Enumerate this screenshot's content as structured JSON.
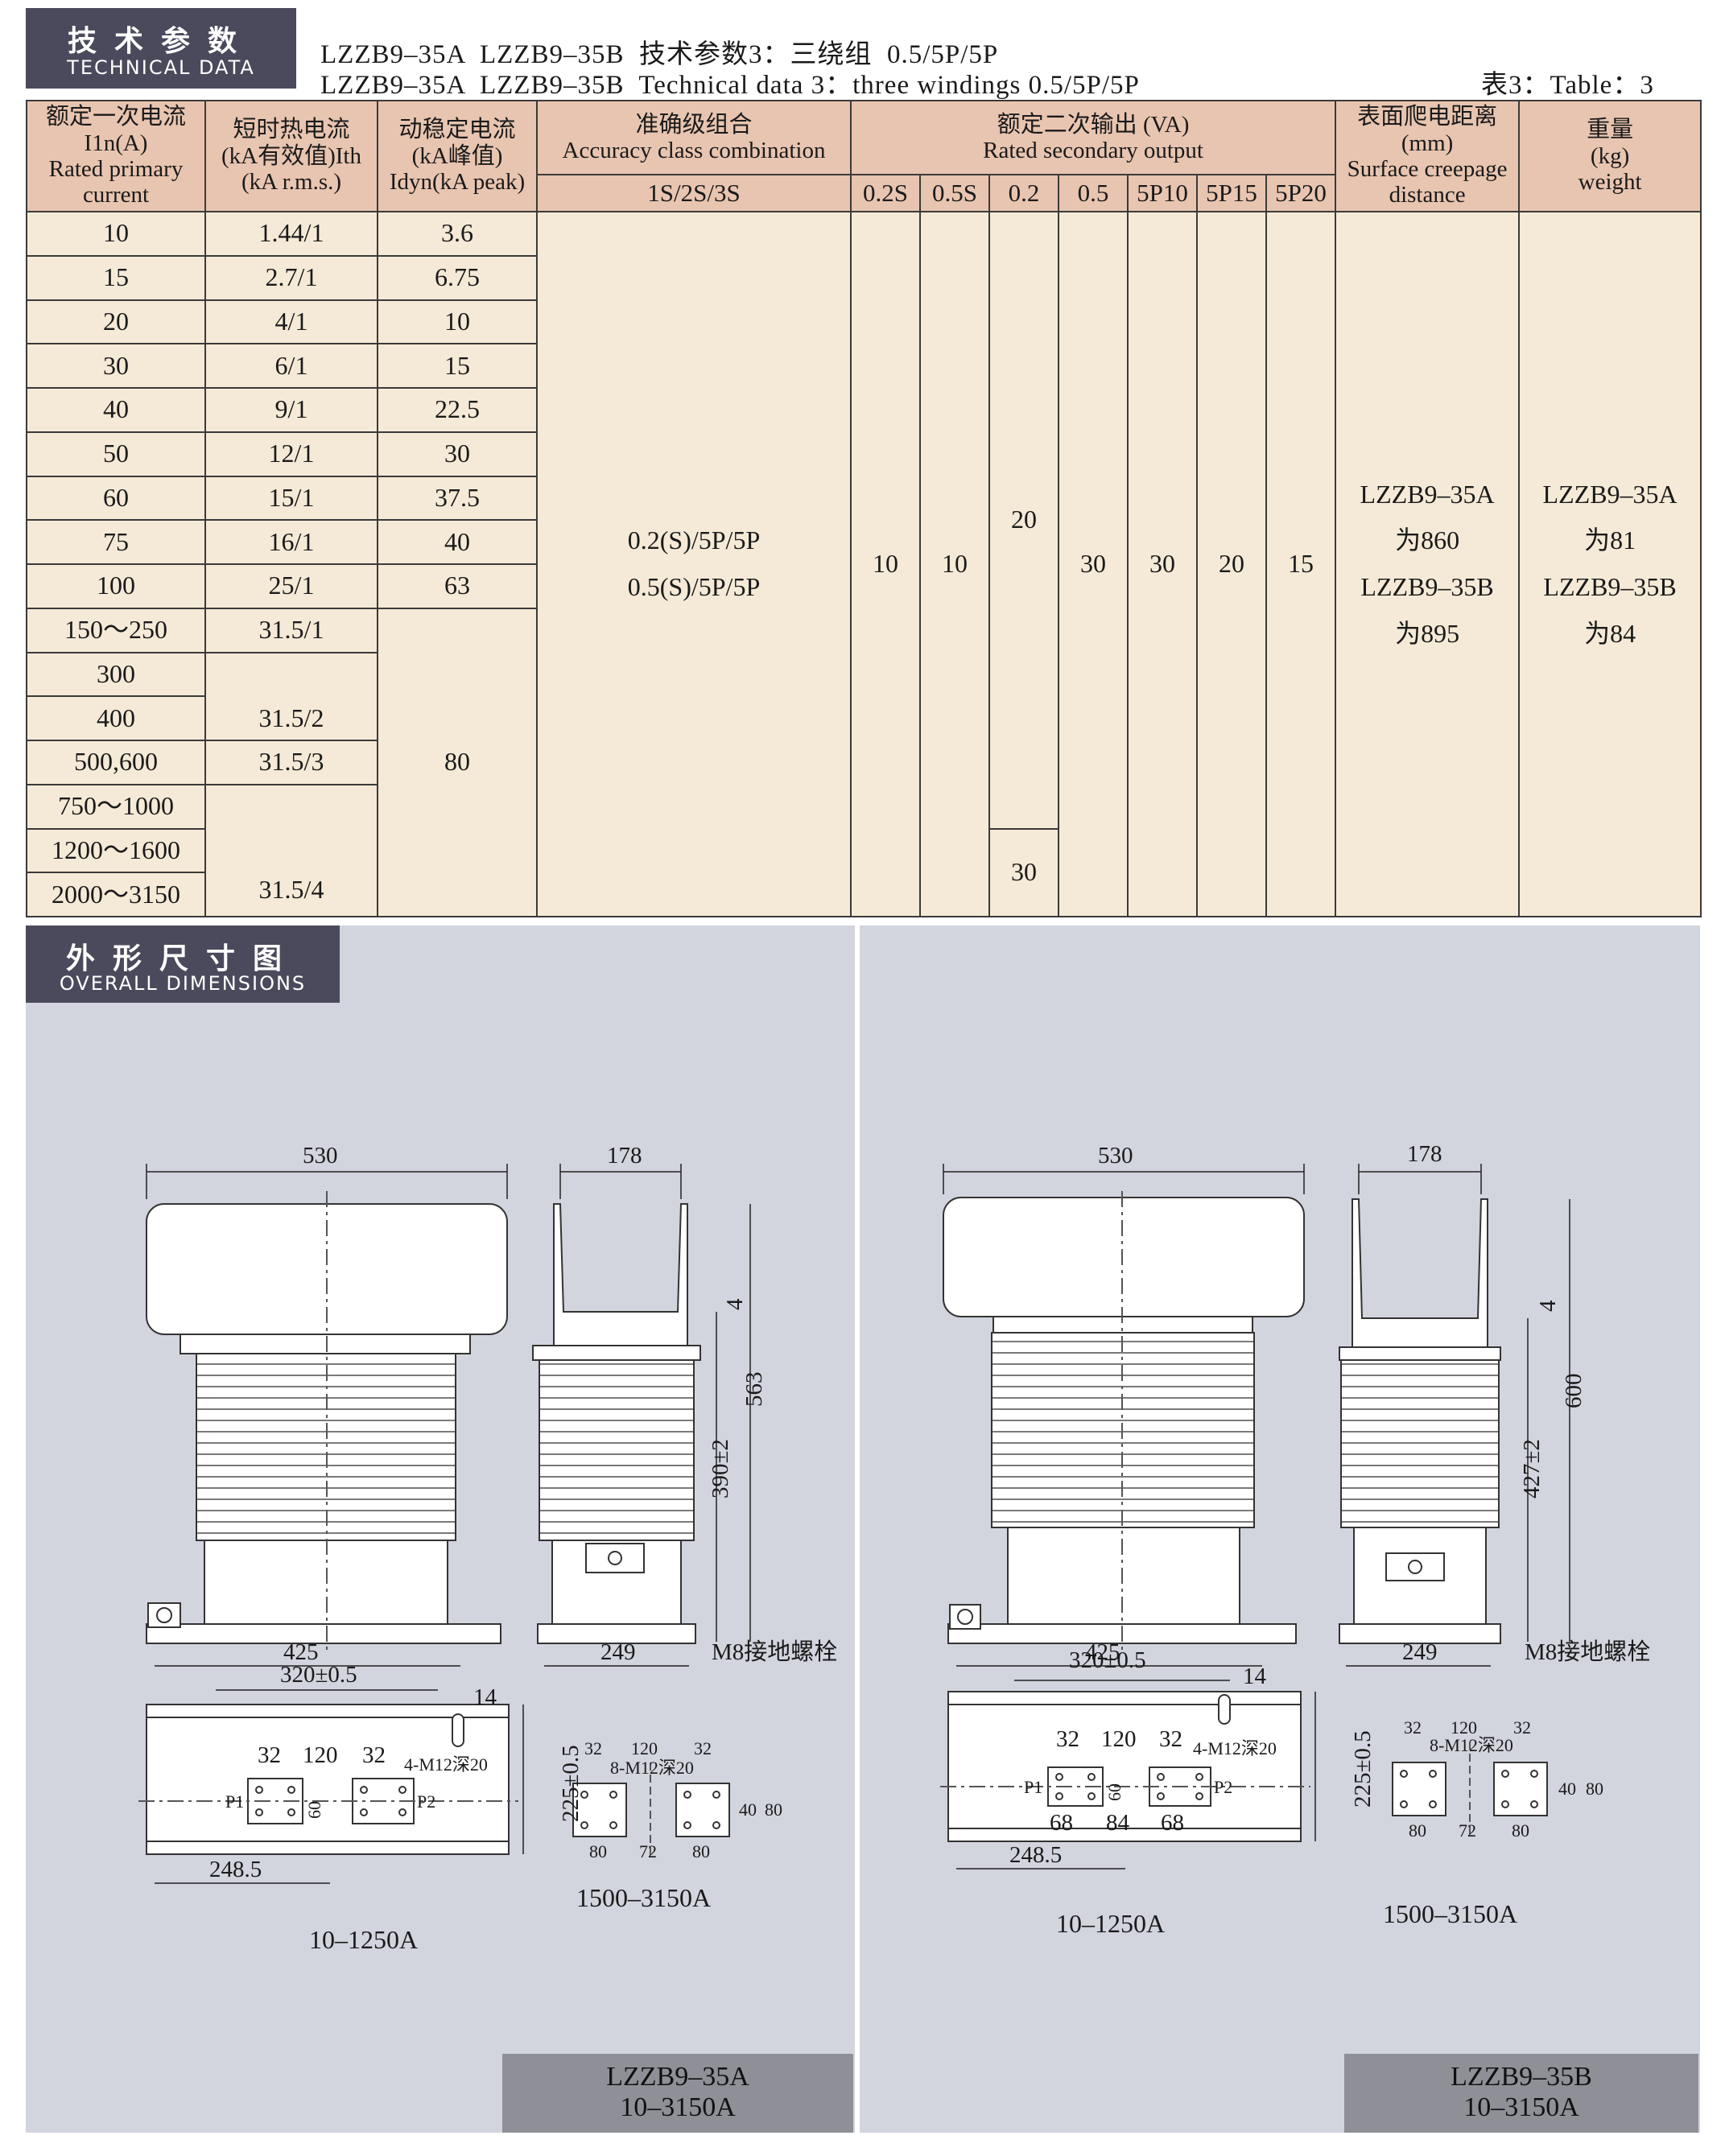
{
  "header": {
    "badge_cn": "技术参数",
    "badge_en": "TECHNICAL DATA",
    "line1": "LZZB9–35A  LZZB9–35B  技术参数3：三绕组  0.5/5P/5P",
    "line2": "LZZB9–35A  LZZB9–35B  Technical data 3：three windings 0.5/5P/5P",
    "table_no": "表3：Table：3"
  },
  "table": {
    "h_primary": "额定一次电流\nI1n(A)\nRated primary\ncurrent",
    "h_thermal": "短时热电流\n(kA有效值)Ith\n(kA r.m.s.)",
    "h_dynamic": "动稳定电流\n(kA峰值)\nIdyn(kA peak)",
    "h_accuracy": "准确级组合\nAccuracy class combination",
    "h_accuracy_sub": "1S/2S/3S",
    "h_output": "额定二次输出 (VA)\nRated secondary output",
    "output_classes": [
      "0.2S",
      "0.5S",
      "0.2",
      "0.5",
      "5P10",
      "5P15",
      "5P20"
    ],
    "h_creepage": "表面爬电距离\n(mm)\nSurface creepage\ndistance",
    "h_weight": "重量\n(kg)\nweight",
    "rows": [
      {
        "primary": "10",
        "thermal": "1.44/1",
        "dynamic": "3.6"
      },
      {
        "primary": "15",
        "thermal": "2.7/1",
        "dynamic": "6.75"
      },
      {
        "primary": "20",
        "thermal": "4/1",
        "dynamic": "10"
      },
      {
        "primary": "30",
        "thermal": "6/1",
        "dynamic": "15"
      },
      {
        "primary": "40",
        "thermal": "9/1",
        "dynamic": "22.5"
      },
      {
        "primary": "50",
        "thermal": "12/1",
        "dynamic": "30"
      },
      {
        "primary": "60",
        "thermal": "15/1",
        "dynamic": "37.5"
      },
      {
        "primary": "75",
        "thermal": "16/1",
        "dynamic": "40"
      },
      {
        "primary": "100",
        "thermal": "25/1",
        "dynamic": "63"
      },
      {
        "primary": "150～250",
        "thermal": "31.5/1"
      },
      {
        "primary": "300"
      },
      {
        "primary": "400"
      },
      {
        "primary": "500,600",
        "thermal": "31.5/3"
      },
      {
        "primary": "750～1000"
      },
      {
        "primary": "1200～1600"
      },
      {
        "primary": "2000～3150"
      }
    ],
    "thermal_300_400": "31.5/2",
    "thermal_750_3150": "31.5/4",
    "dynamic_150_3150": "80",
    "accuracy_combo": "0.2(S)/5P/5P\n0.5(S)/5P/5P",
    "outputs": [
      "10",
      "10",
      "20",
      "30",
      "30",
      "20",
      "15"
    ],
    "output_02_high": "30",
    "creepage": "LZZB9–35A\n为860\nLZZB9–35B\n为895",
    "weight": "LZZB9–35A\n为81\nLZZB9–35B\n为84"
  },
  "dims": {
    "badge_cn": "外形尺寸图",
    "badge_en": "OVERALL DIMENSIONS",
    "a": {
      "top_width": "530",
      "side_width": "178",
      "d4": "4",
      "d390": "390±2",
      "d563": "563",
      "base": "425",
      "side_base": "249",
      "ground": "M8接地螺栓",
      "d320": "320±0.5",
      "d14": "14",
      "d32a": "32",
      "d120": "120",
      "d32b": "32",
      "m12": "4-M12深20",
      "p1": "P1",
      "p2": "P2",
      "d60": "60",
      "d225": "225±0.5",
      "d248": "248.5",
      "cap_low": "10–1250A",
      "r32a": "32",
      "r120": "120",
      "r32b": "32",
      "m12b": "8-M12深20",
      "r40": "40",
      "r80v": "80",
      "r80a": "80",
      "r72": "72",
      "r80b": "80",
      "cap_high": "1500–3150A",
      "model": "LZZB9–35A",
      "range": "10–3150A"
    },
    "b": {
      "top_width": "530",
      "side_width": "178",
      "d4": "4",
      "d427": "427±2",
      "d600": "600",
      "base": "425",
      "side_base": "249",
      "ground": "M8接地螺栓",
      "d320": "320±0.5",
      "d14": "14",
      "d32a": "32",
      "d120": "120",
      "d32b": "32",
      "m12": "4-M12深20",
      "p1": "P1",
      "p2": "P2",
      "d60": "60",
      "d68a": "68",
      "d84": "84",
      "d68b": "68",
      "d225": "225±0.5",
      "d248": "248.5",
      "cap_low": "10–1250A",
      "r32a": "32",
      "r120": "120",
      "r32b": "32",
      "m12b": "8-M12深20",
      "r40": "40",
      "r80v": "80",
      "r80a": "80",
      "r72": "72",
      "r80b": "80",
      "cap_high": "1500–3150A",
      "model": "LZZB9–35B",
      "range": "10–3150A"
    }
  }
}
